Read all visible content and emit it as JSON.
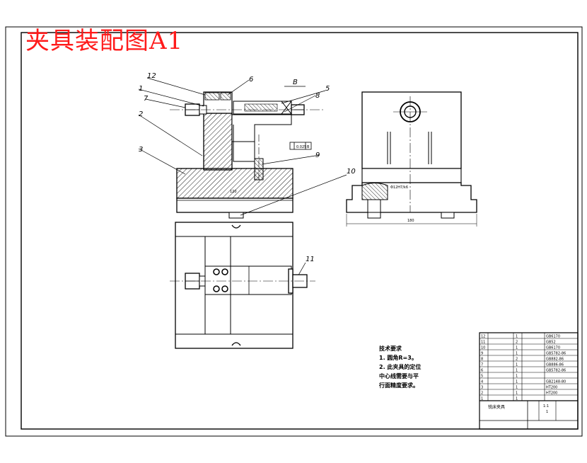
{
  "drawing": {
    "title": "夹具装配图A1",
    "section_label": "B",
    "tolerance_value": "0.025",
    "tolerance_datum": "B",
    "dim_left_width": "120",
    "dim_right_width": "180",
    "fit_note": "Φ12H7/k6"
  },
  "balloons": [
    "1",
    "2",
    "3",
    "5",
    "6",
    "7",
    "8",
    "9",
    "10",
    "11",
    "12"
  ],
  "notes": {
    "heading": "技术要求",
    "line1": "1. 圆角R=3。",
    "line2": "2. 此夹具的定位",
    "line3": "中心线需要与平",
    "line4": "行面精度要求。"
  },
  "title_block": {
    "drawing_name": "铣床夹具",
    "scale": "1:1",
    "count": "1"
  },
  "bom_rows": [
    {
      "no": "12",
      "qty": "1",
      "std": "GB6170"
    },
    {
      "no": "11",
      "qty": "2",
      "std": "GB52"
    },
    {
      "no": "10",
      "qty": "1",
      "std": "GB6170"
    },
    {
      "no": "9",
      "qty": "1",
      "std": "GB5782-86"
    },
    {
      "no": "8",
      "qty": "2",
      "std": "GB882-86"
    },
    {
      "no": "7",
      "qty": "1",
      "std": "GB886-86"
    },
    {
      "no": "6",
      "qty": "1",
      "std": "GB5782-86"
    },
    {
      "no": "5",
      "qty": "1",
      "std": ""
    },
    {
      "no": "4",
      "qty": "1",
      "std": "GB2148-80"
    },
    {
      "no": "3",
      "qty": "1",
      "std": "HT200"
    },
    {
      "no": "2",
      "qty": "1",
      "std": "HT200"
    },
    {
      "no": "1",
      "qty": "1",
      "std": ""
    }
  ]
}
